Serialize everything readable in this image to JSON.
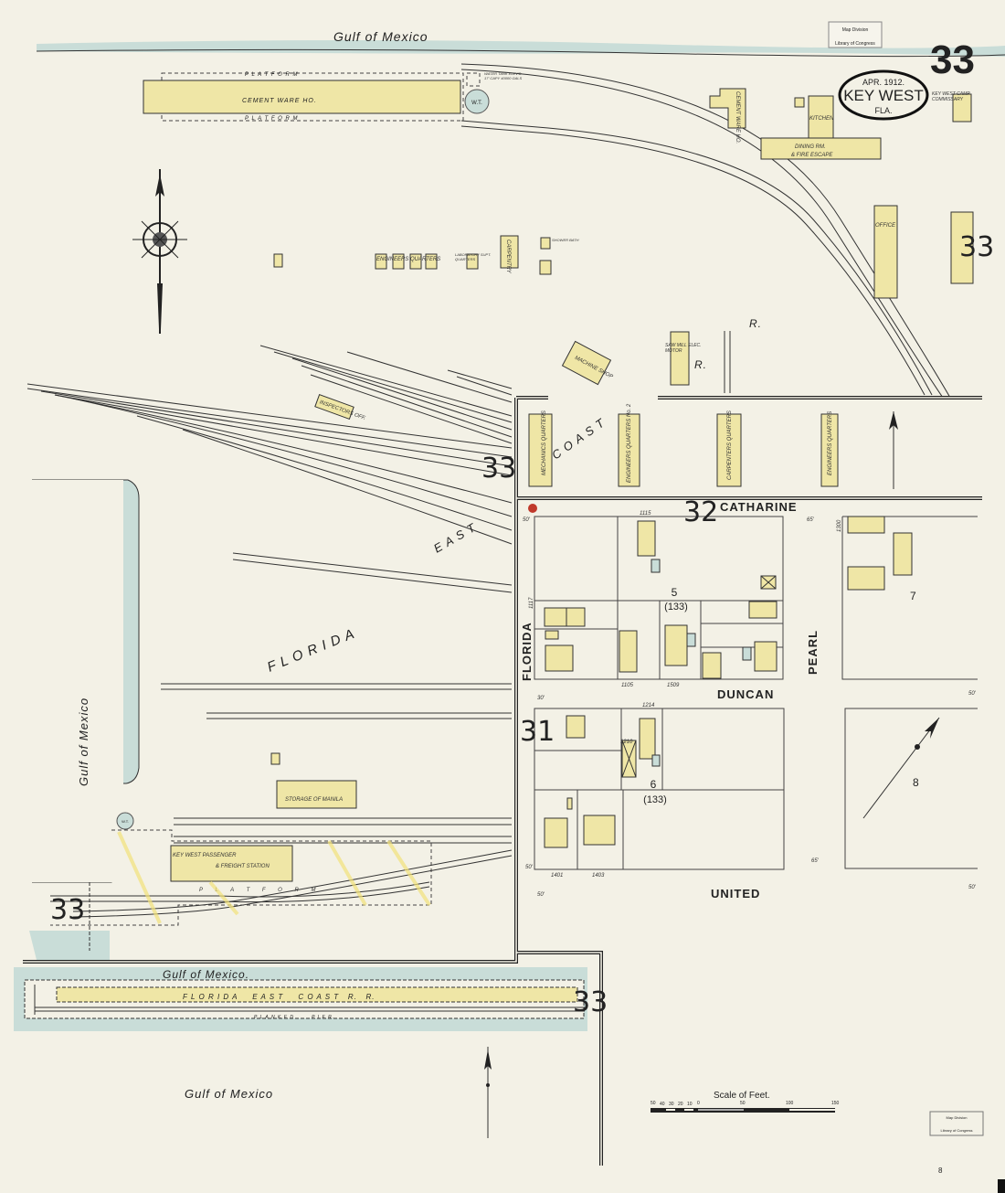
{
  "map": {
    "sheet_number": "33",
    "title": {
      "date": "APR. 1912.",
      "city": "KEY WEST",
      "state": "FLA."
    },
    "stamp_top": {
      "line1": "Map Division",
      "line2": "Library of Congress"
    },
    "stamp_bottom": {
      "line1": "Map Division",
      "line2": "Library of Congress"
    },
    "footer_mark": "8",
    "colors": {
      "paper": "#f3f1e6",
      "building": "#efe6a6",
      "water": "#c9ddd8",
      "outline": "#222222"
    }
  },
  "water": {
    "top": "Gulf of Mexico",
    "left": "Gulf of Mexico",
    "pier": "Gulf of Mexico.",
    "bottom": "Gulf of Mexico"
  },
  "streets": {
    "catharine": "CATHARINE",
    "duncan": "DUNCAN",
    "united": "UNITED",
    "florida": "FLORIDA",
    "pearl": "PEARL"
  },
  "railroad": {
    "florida": "F L O R I D A",
    "east": "E A S T",
    "coast": "C O A S T",
    "rr": "R.",
    "rr2": "R."
  },
  "buildings": {
    "cement_ware_ho": "CEMENT WARE HO.",
    "platform": "P L A T F O R M",
    "water_tank": "W.T.",
    "water_tank_note": "WATER TANK ELEV'D 17' CAPY 40000 GALS",
    "cement_ware_ho_2": "CEMENT WARE HO.",
    "kitchen": "KITCHEN",
    "dining_rm": "DINING RM.",
    "fire_escape": "& FIRE ESCAPE",
    "commissary": "KEY WEST CAMP COMMISSARY",
    "office": "OFFICE",
    "engineers_quarters": "ENGINEERS QUARTERS",
    "lab": "LABORATORY SUPT. QUARTERS",
    "carpentry": "CARPENTRY",
    "shower_bath": "SHOWER BATH",
    "machine_shop": "MACHINE SHOP",
    "saw_mill": "SAW MILL ELEC. MOTOR",
    "inspectors_off": "INSPECTORS OFF.",
    "mechanics_quarters": "MECHANICS QUARTERS",
    "engineers_quarters_2": "ENGINEERS QUARTERS No. 2",
    "carpenters_quarters": "CARPENTERS QUARTERS",
    "engineers_quarters_3": "ENGINEERS QUARTERS",
    "storage_of_manila": "STORAGE OF MANILA",
    "station_1": "KEY WEST PASSENGER",
    "station_2": "& FREIGHT STATION",
    "platform_station": "P L A T F O R M",
    "pier_line": "F L O R I D A     E A S T     C O A S T   R.   R.",
    "planked_pier": "P L A N K E D        P I E R."
  },
  "blocks": [
    {
      "number": "5",
      "sub": "(133)"
    },
    {
      "number": "6",
      "sub": "(133)"
    },
    {
      "number": "7"
    },
    {
      "number": "8"
    }
  ],
  "adjoining_sheets": [
    "33",
    "33",
    "32",
    "31",
    "33",
    "33",
    "33"
  ],
  "house_numbers": [
    "1115",
    "1117",
    "1105",
    "1509",
    "1214",
    "1401",
    "1403",
    "1210",
    "1300"
  ],
  "dimensions": [
    "50'",
    "50'",
    "65'",
    "65'",
    "50'",
    "50'",
    "50'",
    "30'"
  ],
  "scale": {
    "title": "Scale of Feet.",
    "ticks": [
      "50",
      "40",
      "30",
      "20",
      "10",
      "0",
      "50",
      "100",
      "150"
    ]
  }
}
